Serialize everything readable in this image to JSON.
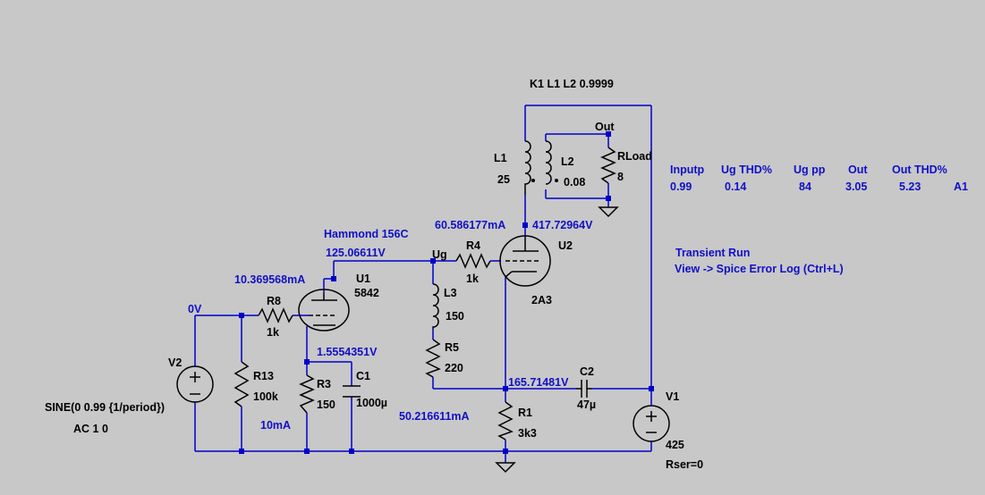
{
  "directives": {
    "coupling": "K1 L1 L2 0.9999",
    "transient": "Transient Run",
    "view_log": "View -> Spice Error Log (Ctrl+L)"
  },
  "measurements": {
    "headers": [
      "Inputp",
      "Ug THD%",
      "Ug pp",
      "Out",
      "Out THD%"
    ],
    "values": [
      "0.99",
      "0.14",
      "84",
      "3.05",
      "5.23"
    ],
    "ref": "A1"
  },
  "components": {
    "R8": {
      "name": "R8",
      "value": "1k"
    },
    "R13": {
      "name": "R13",
      "value": "100k"
    },
    "R3": {
      "name": "R3",
      "value": "150"
    },
    "C1": {
      "name": "C1",
      "value": "1000µ"
    },
    "U1": {
      "name": "U1",
      "value": "5842"
    },
    "R4": {
      "name": "R4",
      "value": "1k"
    },
    "U2": {
      "name": "U2",
      "value": "2A3"
    },
    "L3": {
      "name": "L3",
      "value": "150"
    },
    "R5": {
      "name": "R5",
      "value": "220"
    },
    "R1": {
      "name": "R1",
      "value": "3k3"
    },
    "C2": {
      "name": "C2",
      "value": "47µ"
    },
    "V1": {
      "name": "V1",
      "value": "425",
      "extra": "Rser=0"
    },
    "V2": {
      "name": "V2",
      "value": "SINE(0 0.99 {1/period})",
      "extra": "AC 1 0"
    },
    "L1": {
      "name": "L1",
      "value": "25"
    },
    "L2": {
      "name": "L2",
      "value": "0.08"
    },
    "RLoad": {
      "name": "RLoad",
      "value": "8"
    }
  },
  "nets": {
    "out": "Out",
    "ug": "Ug",
    "hammond": "Hammond 156C"
  },
  "annotations": {
    "input_v": "0V",
    "u1_plate_v": "125.06611V",
    "u1_current": "10.369568mA",
    "u1_cathode_v": "1.5554351V",
    "u1_cathode_i": "10mA",
    "u2_current": "60.586177mA",
    "u2_plate_v": "417.72964V",
    "r1_top_v": "165.71481V",
    "r1_current": "50.216611mA"
  },
  "colors": {
    "background": "#c8c8c8",
    "wire": "#0000cc",
    "component": "#000000",
    "annotation": "#1010c8"
  }
}
